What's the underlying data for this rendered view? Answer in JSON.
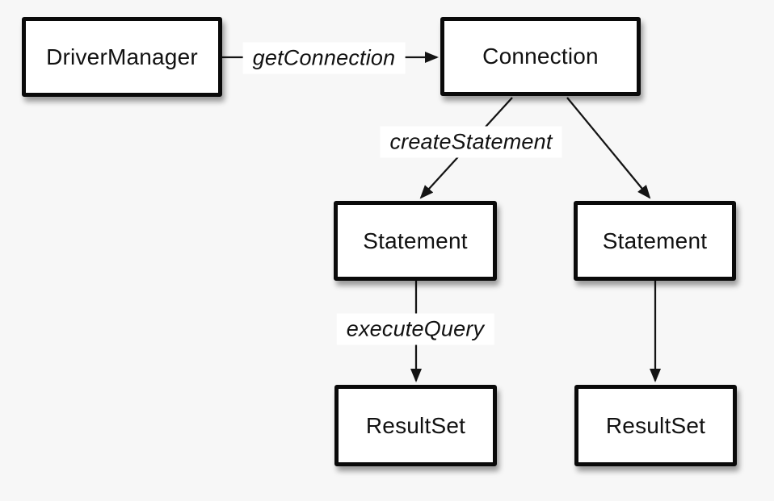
{
  "diagram": {
    "background_color": "#f7f7f7",
    "node_fill_color": "#ffffff",
    "node_border_color": "#0a0a0a",
    "line_color": "#141414",
    "nodes": [
      {
        "id": "driver-manager",
        "label": "DriverManager"
      },
      {
        "id": "connection",
        "label": "Connection"
      },
      {
        "id": "statement-left",
        "label": "Statement"
      },
      {
        "id": "statement-right",
        "label": "Statement"
      },
      {
        "id": "resultset-left",
        "label": "ResultSet"
      },
      {
        "id": "resultset-right",
        "label": "ResultSet"
      }
    ],
    "edges": [
      {
        "from": "driver-manager",
        "to": "connection",
        "label": "getConnection"
      },
      {
        "from": "connection",
        "to": "statement-left",
        "label": "createStatement"
      },
      {
        "from": "connection",
        "to": "statement-right",
        "label": ""
      },
      {
        "from": "statement-left",
        "to": "resultset-left",
        "label": "executeQuery"
      },
      {
        "from": "statement-right",
        "to": "resultset-right",
        "label": ""
      }
    ]
  }
}
